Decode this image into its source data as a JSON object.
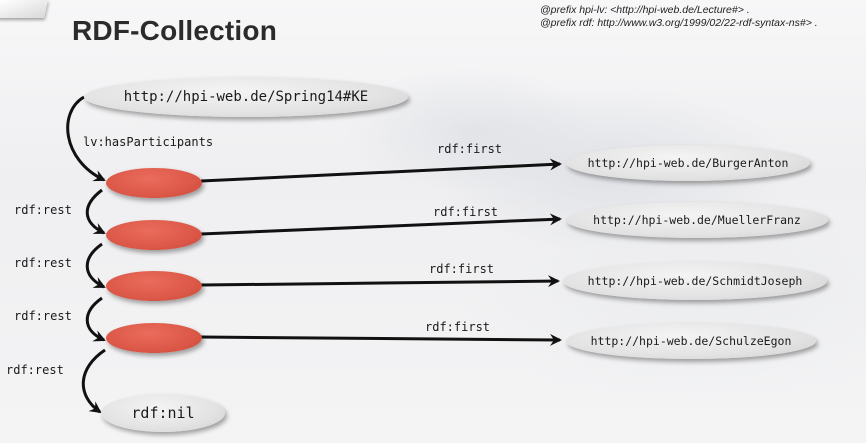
{
  "title": "RDF-Collection",
  "prefixes": [
    "@prefix hpi-lv: <http://hpi-web.de/Lecture#> .",
    "@prefix rdf: http://www.w3.org/1999/02/22-rdf-syntax-ns#> ."
  ],
  "subject": "http://hpi-web.de/Spring14#KE",
  "has_participants_label": "lv:hasParticipants",
  "members": [
    {
      "uri": "http://hpi-web.de/BurgerAnton",
      "first_label": "rdf:first",
      "rest_label": "rdf:rest"
    },
    {
      "uri": "http://hpi-web.de/MuellerFranz",
      "first_label": "rdf:first",
      "rest_label": "rdf:rest"
    },
    {
      "uri": "http://hpi-web.de/SchmidtJoseph",
      "first_label": "rdf:first",
      "rest_label": "rdf:rest"
    },
    {
      "uri": "http://hpi-web.de/SchulzeEgon",
      "first_label": "rdf:first",
      "rest_label": "rdf:rest"
    }
  ],
  "nil": "rdf:nil",
  "colors": {
    "blank_node": "#dc5848",
    "uri_node": "#e3e3e3",
    "arrow": "#111111"
  }
}
